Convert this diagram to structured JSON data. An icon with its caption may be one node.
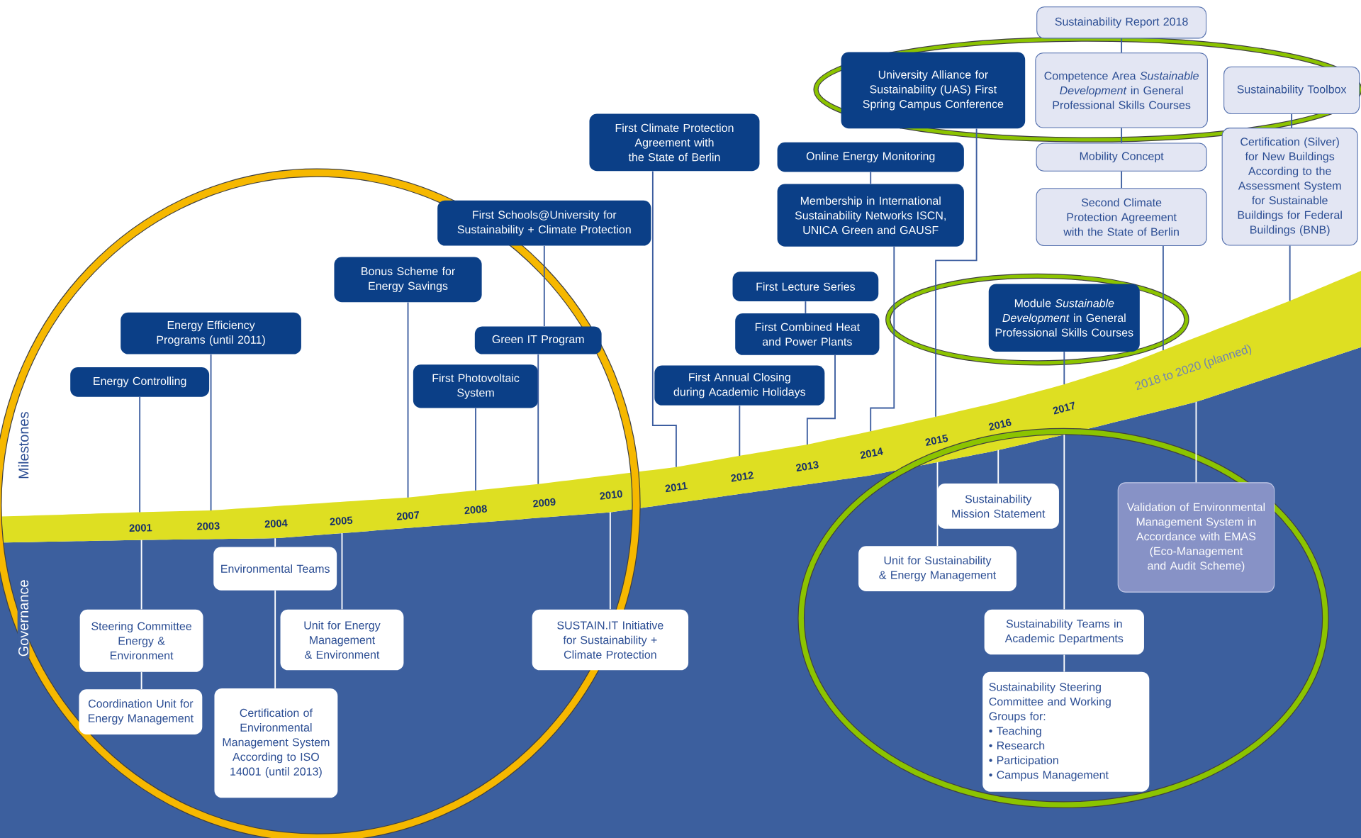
{
  "diagram": {
    "nodes": [
      {
        "text": [
          "Sustainability Report 2018"
        ]
      },
      {
        "text": [
          "University Alliance for Sustainability (UAS) First Spring Campus Conference"
        ]
      },
      {
        "text": [
          "Competence Area *Sustainable Development* in General Professional Skills Courses"
        ]
      },
      {
        "text": [
          "Sustainability Toolbox"
        ]
      },
      {
        "text": [
          "First Climate Protection Agreement with the State of Berlin"
        ]
      },
      {
        "text": [
          "Online Energy Monitoring"
        ]
      },
      {
        "text": [
          "Mobility Concept"
        ]
      },
      {
        "text": [
          "Certification (Silver) for New Buildings According to the Assessment System for Sustainable Buildings for Federal Buildings (BNB)"
        ]
      },
      {
        "text": [
          "First Schools@University for Sustainability + Climate Protection"
        ]
      },
      {
        "text": [
          "Membership in International Sustainability Networks ISCN, UNICA Green and GAUSF"
        ]
      },
      {
        "text": [
          "Second Climate Protection Agreement with the State of Berlin"
        ]
      },
      {
        "text": [
          "Bonus Scheme for Energy Savings"
        ]
      },
      {
        "text": [
          "First Lecture Series"
        ]
      },
      {
        "text": [
          "Module *Sustainable Development* in General Professional Skills Courses"
        ]
      },
      {
        "text": [
          "Energy Efficiency Programs (until 2011)"
        ]
      },
      {
        "text": [
          "First Combined Heat and Power Plants"
        ]
      },
      {
        "text": [
          "Green IT Program"
        ]
      },
      {
        "text": [
          "Energy Controlling"
        ]
      },
      {
        "text": [
          "First Photovoltaic System"
        ]
      },
      {
        "text": [
          "First Annual Closing during Academic Holidays"
        ]
      },
      {
        "text": [
          "2001"
        ]
      },
      {
        "text": [
          "2003"
        ]
      },
      {
        "text": [
          "2004"
        ]
      },
      {
        "text": [
          "2005"
        ]
      },
      {
        "text": [
          "2007"
        ]
      },
      {
        "text": [
          "2008"
        ]
      },
      {
        "text": [
          "2009"
        ]
      },
      {
        "text": [
          "2010"
        ]
      },
      {
        "text": [
          "2011"
        ]
      },
      {
        "text": [
          "2012"
        ]
      },
      {
        "text": [
          "2013"
        ]
      },
      {
        "text": [
          "2014"
        ]
      },
      {
        "text": [
          "2015"
        ]
      },
      {
        "text": [
          "2016"
        ]
      },
      {
        "text": [
          "2017"
        ]
      },
      {
        "text": [
          "2018 to 2020 (planned)"
        ]
      },
      {
        "text": [
          "Sustainability Mission Statement"
        ]
      },
      {
        "text": [
          "Validation of Environmental Management System in Accordance with EMAS (Eco-Management and Audit Scheme)"
        ]
      },
      {
        "text": [
          "Environmental Teams"
        ]
      },
      {
        "text": [
          "Unit for Sustainability & Energy Management"
        ]
      },
      {
        "text": [
          "Steering Committee Energy & Environment"
        ]
      },
      {
        "text": [
          "Unit for Energy Management & Environment"
        ]
      },
      {
        "text": [
          "SUSTAIN.IT Initiative for Sustainability + Climate Protection"
        ]
      },
      {
        "text": [
          "Sustainability Teams in Academic Departments"
        ]
      },
      {
        "text": [
          "Coordination Unit for Energy Management"
        ]
      },
      {
        "text": [
          "Certification of Environmental Management System According to ISO 14001 (until 2013)"
        ]
      },
      {
        "text": [
          "Sustainability Steering Committee and Working Groups for:",
          "• Teaching",
          "• Research",
          "• Participation",
          "• Campus Management"
        ]
      }
    ],
    "edges": [
      {
        "from": 17,
        "to": 20,
        "arrow": "none"
      },
      {
        "from": 14,
        "to": 21,
        "arrow": "none"
      },
      {
        "from": 11,
        "to": 24,
        "arrow": "none"
      },
      {
        "from": 18,
        "to": 25,
        "arrow": "none"
      },
      {
        "from": 8,
        "to": 16,
        "arrow": "none"
      },
      {
        "from": 16,
        "to": 26,
        "arrow": "none"
      },
      {
        "from": 4,
        "to": 28,
        "arrow": "none"
      },
      {
        "from": 19,
        "to": 29,
        "arrow": "none"
      },
      {
        "from": 12,
        "to": 15,
        "arrow": "none"
      },
      {
        "from": 15,
        "to": 30,
        "arrow": "none"
      },
      {
        "from": 5,
        "to": 9,
        "arrow": "none"
      },
      {
        "from": 9,
        "to": 31,
        "arrow": "none"
      },
      {
        "from": 1,
        "to": 32,
        "arrow": "none"
      },
      {
        "from": 13,
        "to": 34,
        "arrow": "none"
      },
      {
        "from": 0,
        "to": 2,
        "arrow": "none"
      },
      {
        "from": 2,
        "to": 6,
        "arrow": "none"
      },
      {
        "from": 6,
        "to": 10,
        "arrow": "none"
      },
      {
        "from": 10,
        "to": 35,
        "arrow": "none"
      },
      {
        "from": 3,
        "to": 7,
        "arrow": "none"
      },
      {
        "from": 7,
        "to": 35,
        "arrow": "none"
      },
      {
        "from": 20,
        "to": 40,
        "arrow": "none",
        "color": "#ffffff"
      },
      {
        "from": 40,
        "to": 44,
        "arrow": "none",
        "color": "#ffffff"
      },
      {
        "from": 22,
        "to": 38,
        "arrow": "none",
        "color": "#ffffff"
      },
      {
        "from": 38,
        "to": 45,
        "arrow": "none",
        "color": "#ffffff"
      },
      {
        "from": 23,
        "to": 41,
        "arrow": "none",
        "color": "#ffffff"
      },
      {
        "from": 27,
        "to": 42,
        "arrow": "none",
        "color": "#ffffff"
      },
      {
        "from": 32,
        "to": 39,
        "arrow": "none",
        "color": "#ffffff"
      },
      {
        "from": 33,
        "to": 36,
        "arrow": "none",
        "color": "#ffffff"
      },
      {
        "from": 34,
        "to": 43,
        "arrow": "none",
        "color": "#ffffff"
      },
      {
        "from": 43,
        "to": 46,
        "arrow": "none",
        "color": "#ffffff"
      },
      {
        "from": 35,
        "to": 37,
        "arrow": "none",
        "color": "#ffffff"
      }
    ],
    "labels": [
      "Milestones",
      "Governance"
    ]
  }
}
